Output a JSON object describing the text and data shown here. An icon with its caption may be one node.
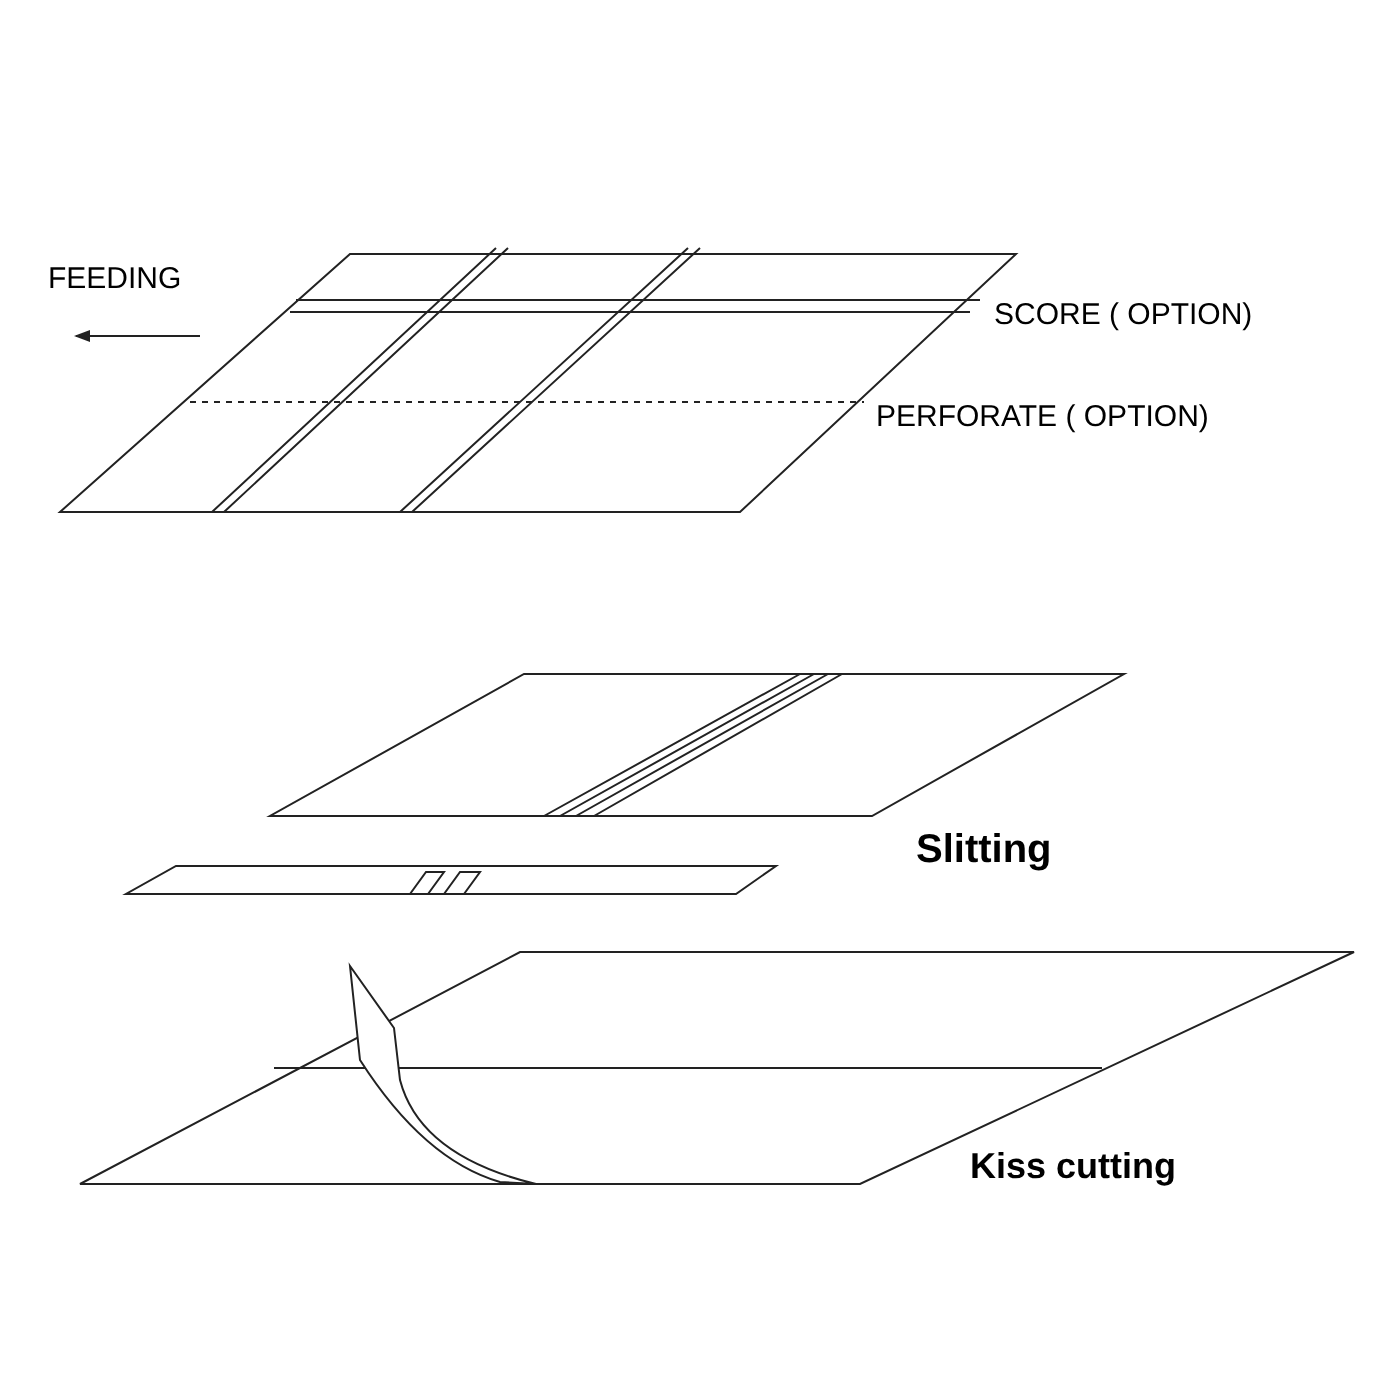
{
  "diagram": {
    "labels": [
      "FEEDING",
      "SCORE ( OPTION)",
      "PERFORATE ( OPTION)",
      "Slitting",
      "Kiss cutting"
    ]
  }
}
